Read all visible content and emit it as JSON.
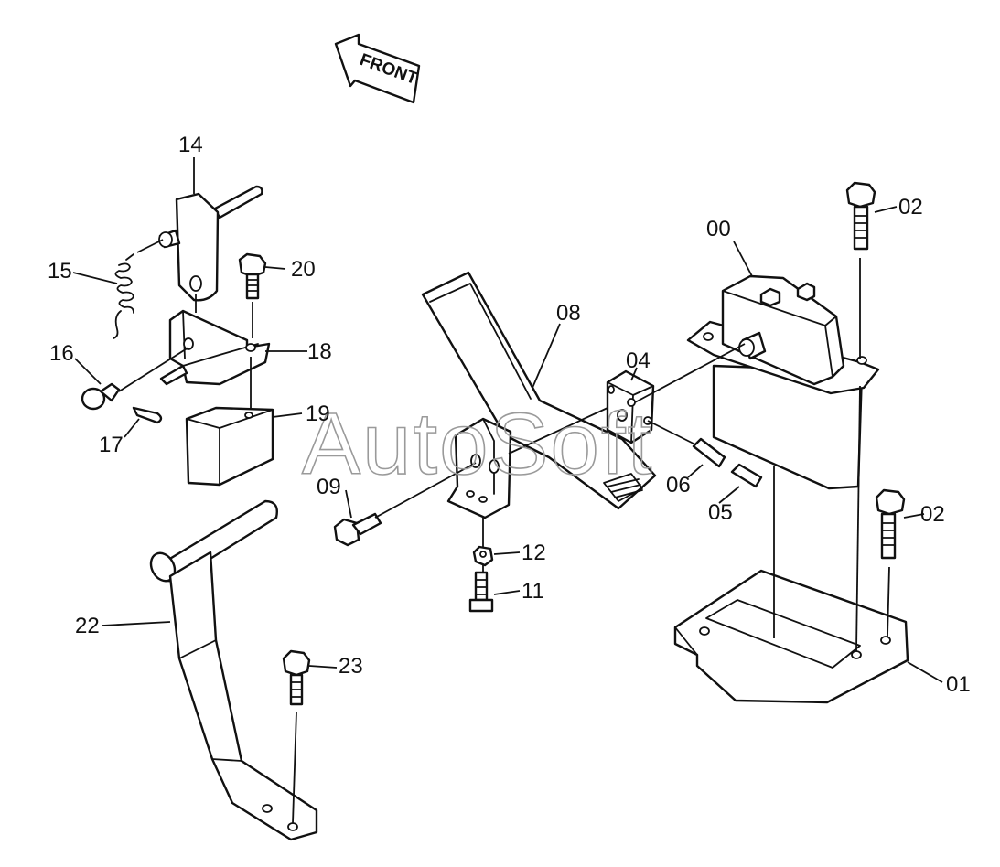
{
  "watermark": "AutoSoft",
  "front_label": "FRONT",
  "labels": {
    "l14": "14",
    "l15": "15",
    "l20": "20",
    "l16": "16",
    "l18": "18",
    "l17": "17",
    "l19": "19",
    "l08": "08",
    "l04": "04",
    "l00": "00",
    "l02a": "02",
    "l02b": "02",
    "l09": "09",
    "l06": "06",
    "l05": "05",
    "l12": "12",
    "l11": "11",
    "l22": "22",
    "l23": "23",
    "l01": "01"
  }
}
